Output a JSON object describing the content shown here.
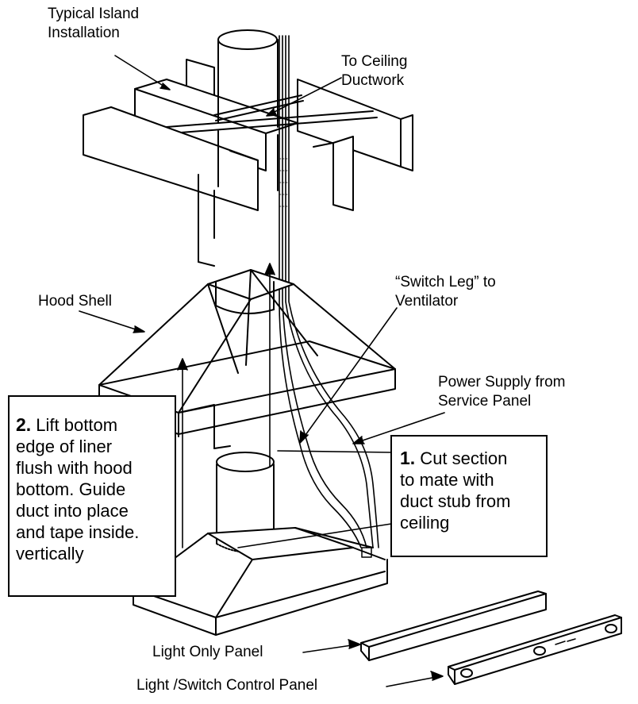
{
  "labels": {
    "typical_island": "Typical Island\nInstallation",
    "to_ceiling": "To Ceiling\nDuctwork",
    "switch_leg": "“Switch Leg” to\nVentilator",
    "hood_shell": "Hood Shell",
    "power_supply": "Power Supply from\nService Panel",
    "light_only_panel": "Light Only Panel",
    "light_switch_panel": "Light /Switch Control Panel"
  },
  "steps": {
    "step2_num": "2.",
    "step2_text": " Lift bottom\nedge of liner\nflush with hood\nbottom. Guide\nduct into place\nand tape inside.\nvertically",
    "step1_num": "1.",
    "step1_text": " Cut section\nto mate with\nduct stub from\nceiling"
  }
}
